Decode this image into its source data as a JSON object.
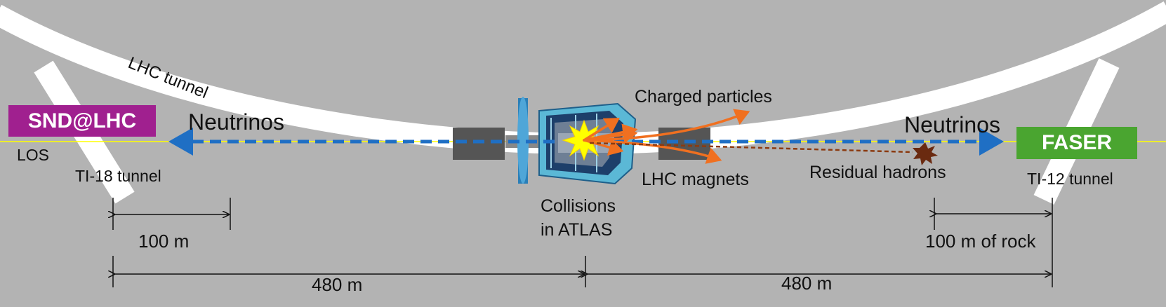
{
  "labels": {
    "lhc_tunnel": "LHC tunnel",
    "snd": "SND@LHC",
    "los": "LOS",
    "ti18": "TI-18 tunnel",
    "neutrinos_left": "Neutrinos",
    "neutrinos_right": "Neutrinos",
    "charged_particles": "Charged particles",
    "lhc_magnets": "LHC magnets",
    "residual_hadrons": "Residual hadrons",
    "faser": "FASER",
    "ti12": "TI-12 tunnel",
    "collisions_line1": "Collisions",
    "collisions_line2": "in ATLAS",
    "dist_100m": "100 m",
    "dist_100m_rock": "100 m of rock",
    "dist_480m_left": "480 m",
    "dist_480m_right": "480 m"
  },
  "colors": {
    "background": "#b3b3b3",
    "tunnel": "#ffffff",
    "beam_line": "#ffff00",
    "neutrino_arrow": "#1f6fc4",
    "charged_arrow": "#f07020",
    "hadron_arrow": "#8b3a10",
    "snd_box": "#a0208f",
    "faser_box": "#4aa530",
    "magnet": "#555555"
  }
}
